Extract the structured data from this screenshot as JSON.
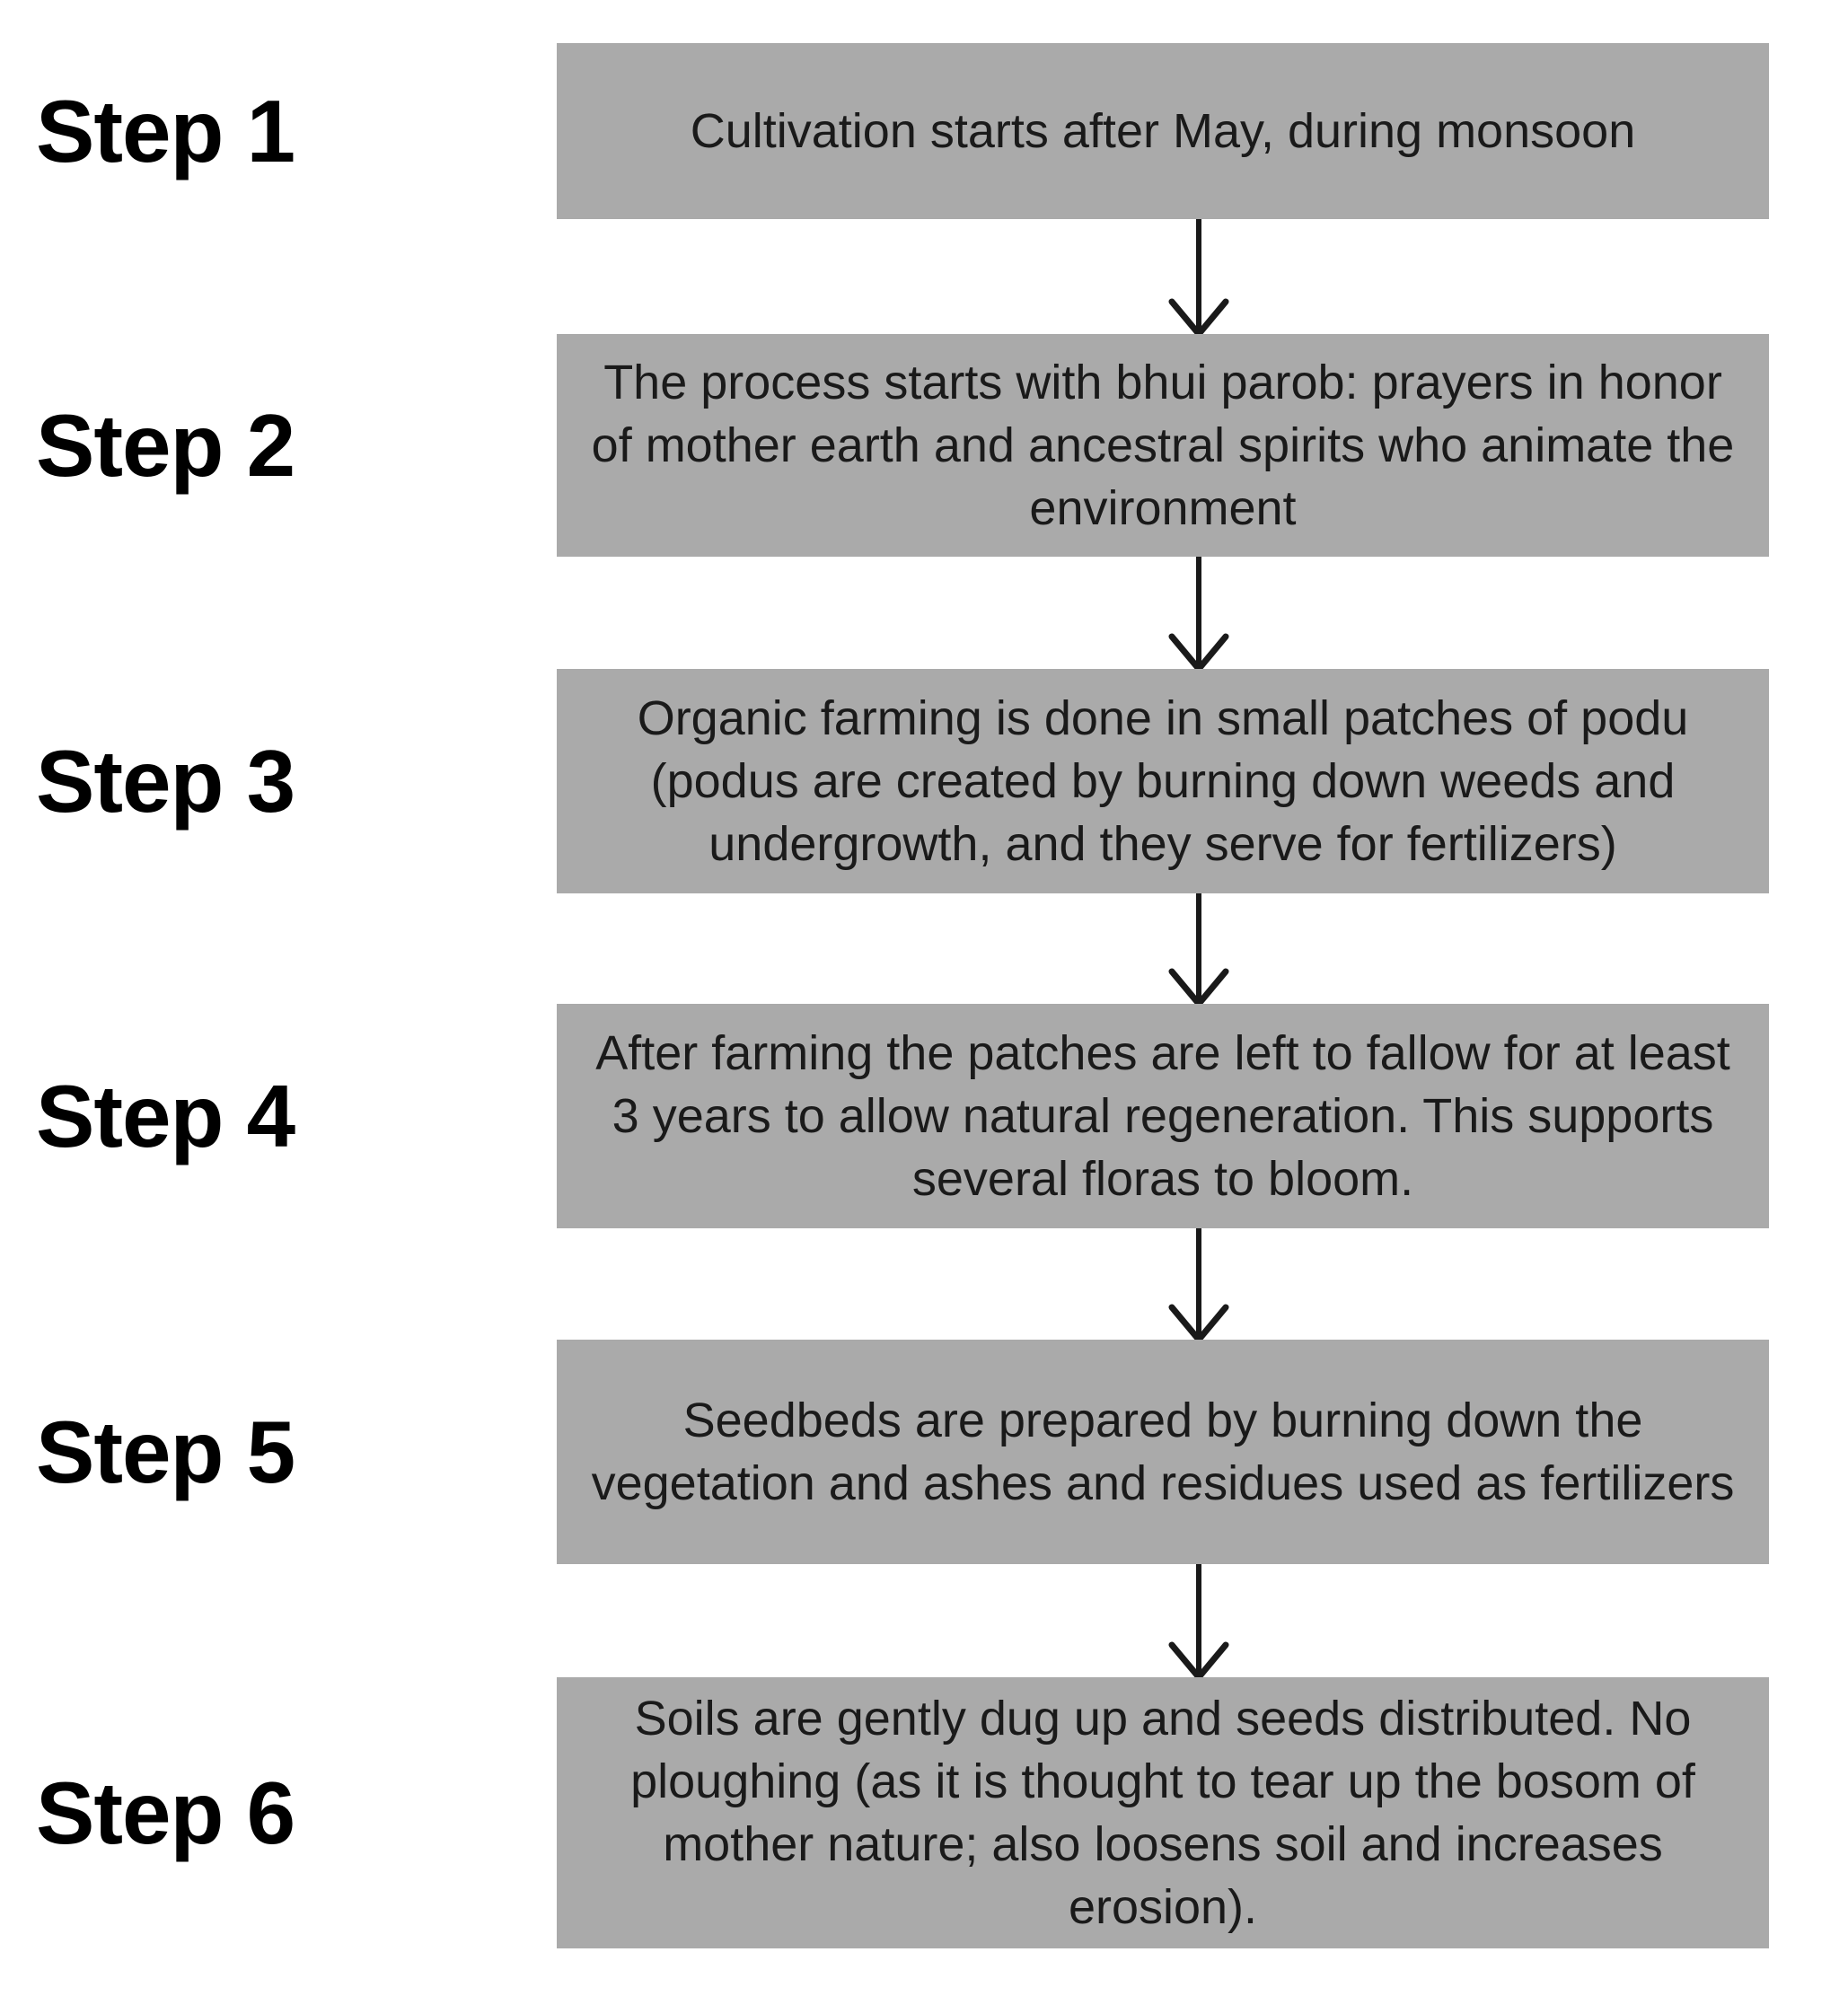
{
  "diagram": {
    "title": "Podu cultivation process flowchart",
    "box_color": "#aaaaaa",
    "text_color": "#1a1a1a",
    "label_color": "#000000",
    "arrow_color": "#1a1a1a",
    "steps": [
      {
        "label": "Step 1",
        "text": "Cultivation starts after May, during monsoon"
      },
      {
        "label": "Step 2",
        "text": "The process starts with bhui parob: prayers in honor of mother earth and ancestral spirits who animate the environment"
      },
      {
        "label": "Step 3",
        "text": "Organic farming is done in small patches of podu (podus are created by burning down weeds and undergrowth, and they serve for fertilizers)"
      },
      {
        "label": "Step 4",
        "text": "After farming the patches are left to fallow for at least 3 years to allow natural regeneration. This supports several floras to bloom."
      },
      {
        "label": "Step 5",
        "text": "Seedbeds are prepared by burning down the vegetation and ashes and residues used as fertilizers"
      },
      {
        "label": "Step 6",
        "text": "Soils are gently dug up and seeds distributed. No ploughing (as it is thought to tear up the bosom of mother nature; also loosens soil and increases erosion)."
      }
    ],
    "connectors": [
      {
        "from": "Step 1",
        "to": "Step 2",
        "icon": "down-arrow-icon"
      },
      {
        "from": "Step 2",
        "to": "Step 3",
        "icon": "down-arrow-icon"
      },
      {
        "from": "Step 3",
        "to": "Step 4",
        "icon": "down-arrow-icon"
      },
      {
        "from": "Step 4",
        "to": "Step 5",
        "icon": "down-arrow-icon"
      },
      {
        "from": "Step 5",
        "to": "Step 6",
        "icon": "down-arrow-icon"
      }
    ]
  }
}
